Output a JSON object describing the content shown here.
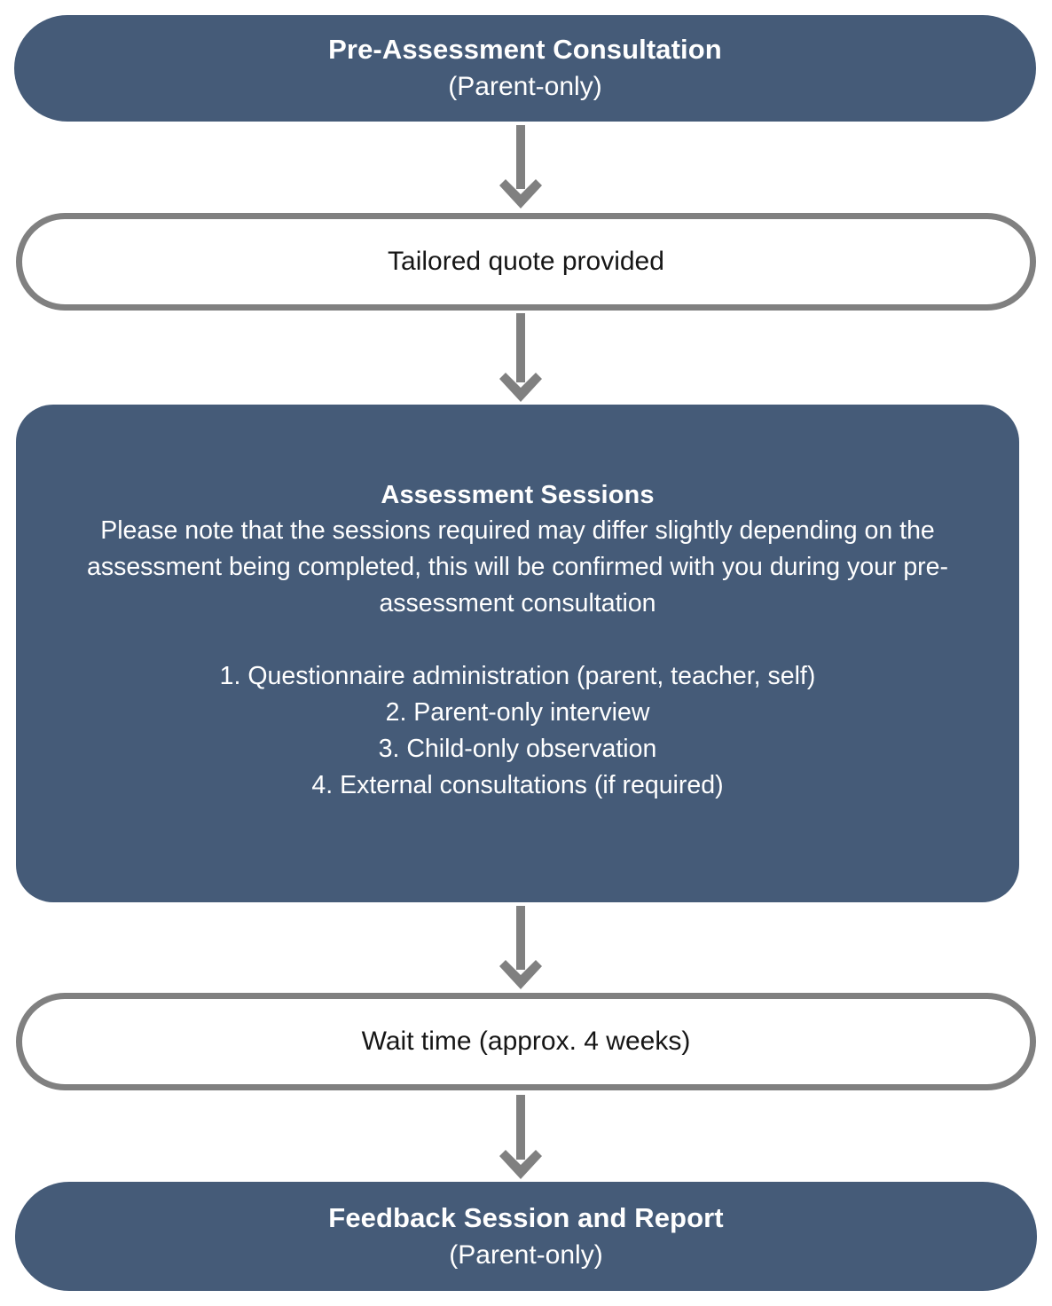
{
  "diagram": {
    "type": "flowchart",
    "orientation": "vertical",
    "colors": {
      "filled_node_background": "#455B78",
      "filled_node_text": "#FFFFFF",
      "outlined_node_background": "#FFFFFF",
      "outlined_node_border": "#808080",
      "outlined_node_text": "#161616",
      "arrow": "#808080",
      "page_background": "#FFFFFF"
    },
    "nodes": [
      {
        "id": "pre-assessment",
        "style": "filled",
        "title": "Pre-Assessment Consultation",
        "subtitle": "(Parent-only)"
      },
      {
        "id": "tailored-quote",
        "style": "outlined",
        "title": "Tailored quote provided"
      },
      {
        "id": "assessment-sessions",
        "style": "filled",
        "title": "Assessment Sessions",
        "note": "Please note that the sessions required may differ slightly depending on the assessment being completed, this will be confirmed with you during your pre-assessment consultation",
        "steps": [
          "1. Questionnaire administration (parent, teacher, self)",
          "2. Parent-only interview",
          "3. Child-only observation",
          "4. External consultations (if required)"
        ]
      },
      {
        "id": "wait-time",
        "style": "outlined",
        "title": "Wait time (approx. 4 weeks)"
      },
      {
        "id": "feedback-report",
        "style": "filled",
        "title": "Feedback Session and Report",
        "subtitle": "(Parent-only)"
      }
    ],
    "connectors": [
      {
        "id": "arrow-1",
        "from": "pre-assessment",
        "to": "tailored-quote",
        "direction": "down"
      },
      {
        "id": "arrow-2",
        "from": "tailored-quote",
        "to": "assessment-sessions",
        "direction": "down"
      },
      {
        "id": "arrow-3",
        "from": "assessment-sessions",
        "to": "wait-time",
        "direction": "down"
      },
      {
        "id": "arrow-4",
        "from": "wait-time",
        "to": "feedback-report",
        "direction": "down"
      }
    ]
  }
}
